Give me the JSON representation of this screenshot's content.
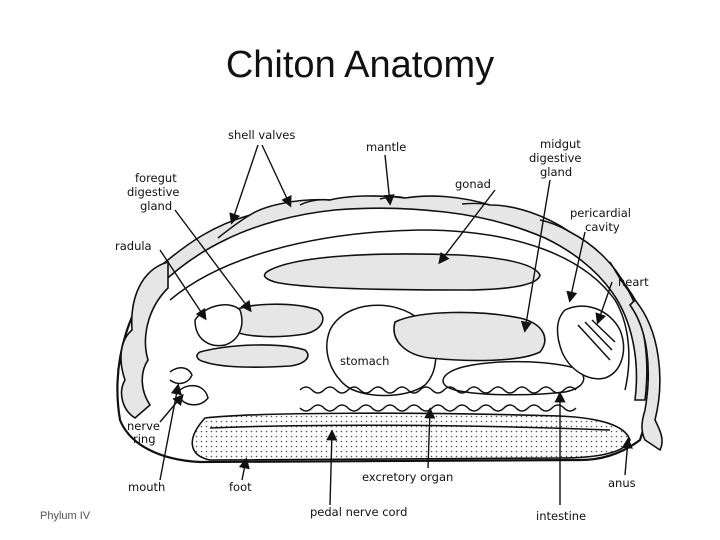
{
  "title": "Chiton Anatomy",
  "footer": "Phylum IV",
  "labels": {
    "shell_valves": "shell valves",
    "mantle": "mantle",
    "midgut_1": "midgut",
    "midgut_2": "digestive",
    "midgut_3": "gland",
    "foregut_1": "foregut",
    "foregut_2": "digestive",
    "foregut_3": "gland",
    "gonad": "gonad",
    "pericardial_1": "pericardial",
    "pericardial_2": "cavity",
    "radula": "radula",
    "heart": "heart",
    "stomach": "stomach",
    "nerve_ring_1": "nerve",
    "nerve_ring_2": "ring",
    "excretory_organ": "excretory organ",
    "anus": "anus",
    "mouth": "mouth",
    "foot": "foot",
    "pedal_nerve_cord": "pedal nerve cord",
    "intestine": "intestine"
  }
}
